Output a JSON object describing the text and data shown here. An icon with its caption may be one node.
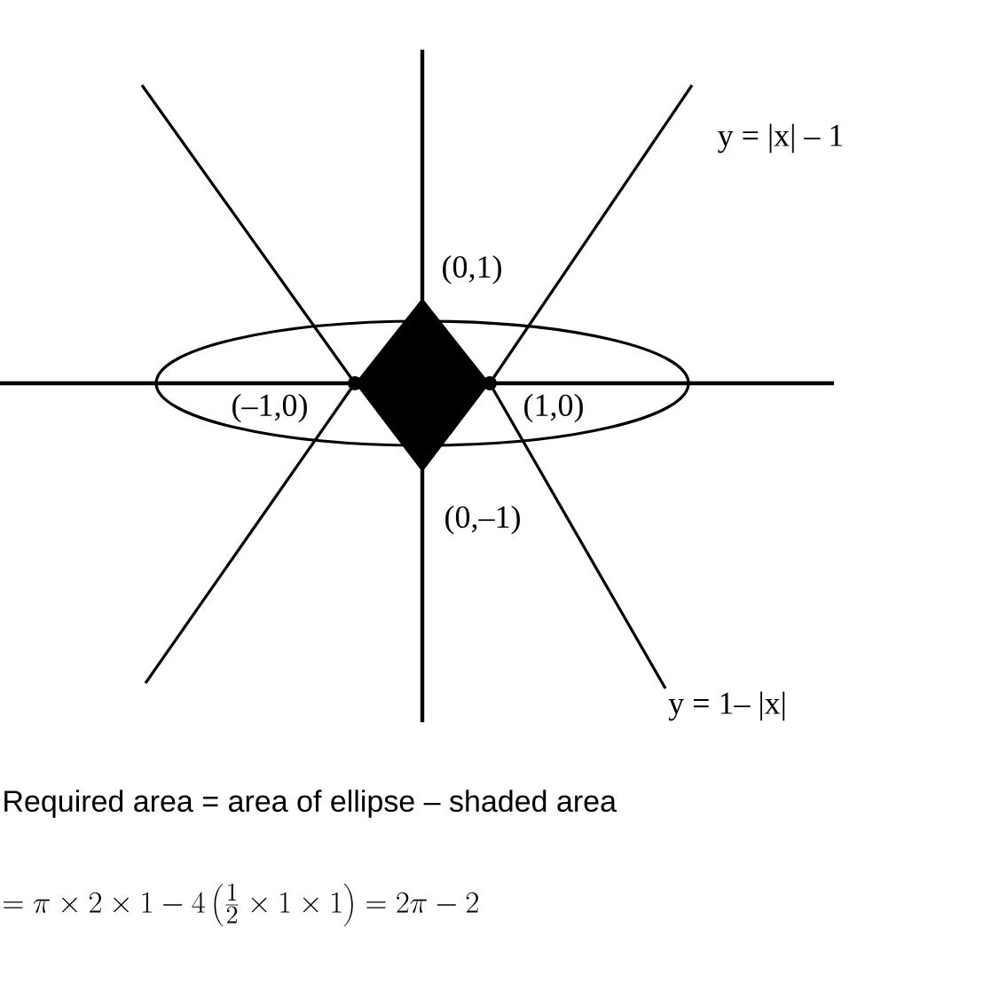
{
  "diagram": {
    "labels": [
      "y = |x| – 1",
      "(0,1)",
      "(–1,0)",
      "(1,0)",
      "(0,–1)",
      "y = 1– |x|",
      "Required area = area of ellipse –  shaded area",
      "= \\pi \\times 2\\times 1-4\\left(\\frac{1}{2}\\times 1\\times 1\\right)=2\\pi-2"
    ]
  }
}
